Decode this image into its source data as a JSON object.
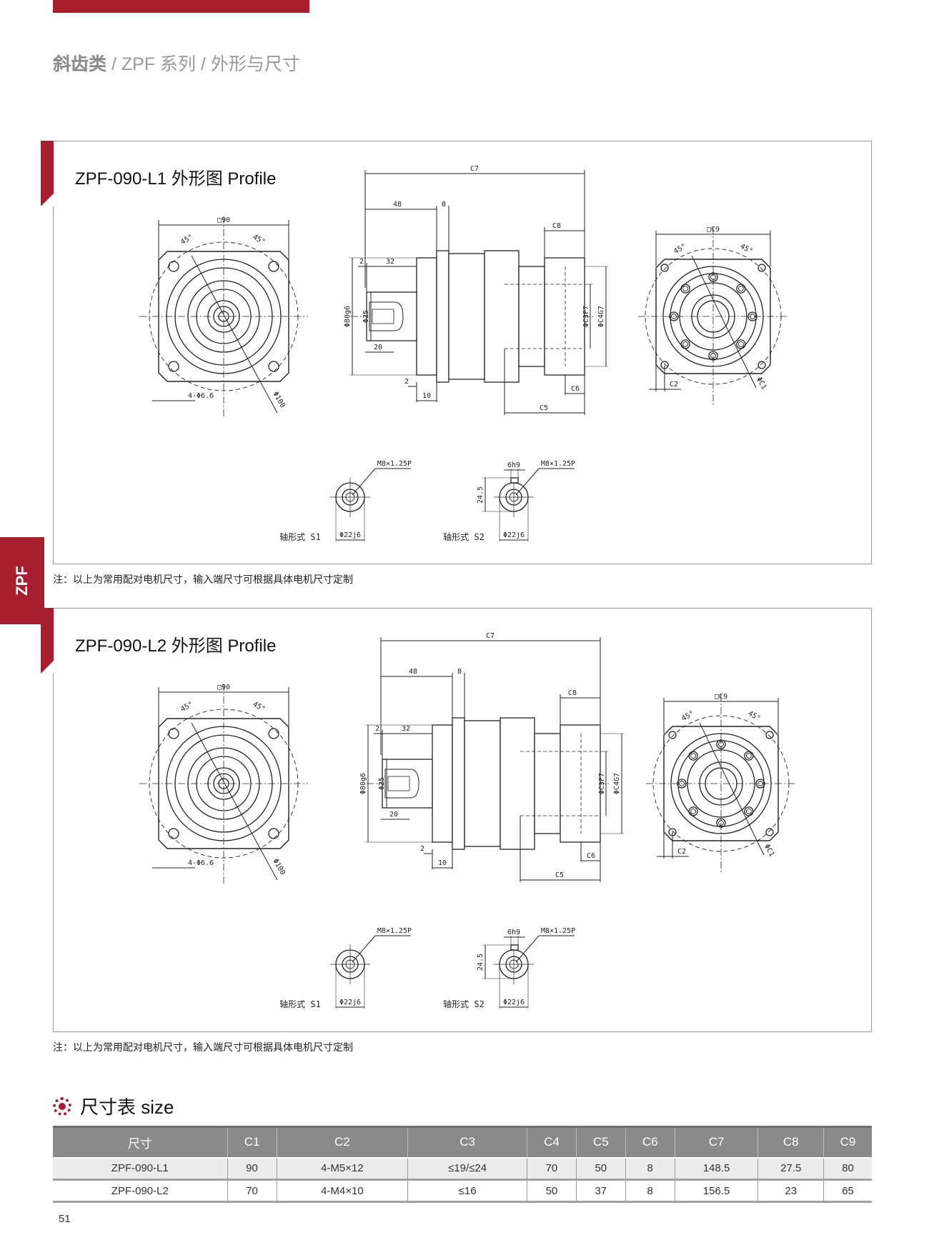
{
  "breadcrumb": {
    "category": "斜齿类",
    "sep": "/",
    "series": "ZPF 系列",
    "page": "外形与尺寸"
  },
  "side_tab": "ZPF",
  "panels": [
    {
      "title": "ZPF-090-L1 外形图 Profile",
      "note": "注：以上为常用配对电机尺寸，输入端尺寸可根据具体电机尺寸定制",
      "labels": {
        "sq90": "□90",
        "a45l": "45°",
        "a45r": "45°",
        "holes": "4-Φ6.6",
        "d100": "Φ100",
        "c7": "C7",
        "d48": "48",
        "d8": "8",
        "c8": "C8",
        "d2a": "2",
        "d32": "32",
        "d80": "Φ80g6",
        "d25": "Φ25",
        "d20": "20",
        "c3": "ΦC3F7",
        "c4": "ΦC4G7",
        "d2b": "2",
        "d10": "10",
        "c6": "C6",
        "c5": "C5",
        "c9": "□C9",
        "b45l": "45°",
        "b45r": "45°",
        "c2": "C2",
        "c1": "ΦC1",
        "m8a": "M8×1.25P",
        "s1": "轴形式  S1",
        "d22a": "Φ22j6",
        "key": "6h9",
        "m8b": "M8×1.25P",
        "h245": "24.5",
        "s2": "轴形式  S2",
        "d22b": "Φ22j6"
      }
    },
    {
      "title": "ZPF-090-L2 外形图 Profile",
      "note": "注：以上为常用配对电机尺寸，输入端尺寸可根据具体电机尺寸定制",
      "labels": {
        "sq90": "□90",
        "a45l": "45°",
        "a45r": "45°",
        "holes": "4-Φ6.6",
        "d100": "Φ100",
        "c7": "C7",
        "d48": "48",
        "d8": "8",
        "c8": "C8",
        "d2a": "2",
        "d32": "32",
        "d80": "Φ80g6",
        "d25": "Φ25",
        "d20": "20",
        "c3": "ΦC3F7",
        "c4": "ΦC4G7",
        "d2b": "2",
        "d10": "10",
        "c6": "C6",
        "c5": "C5",
        "c9": "□C9",
        "b45l": "45°",
        "b45r": "45°",
        "c2": "C2",
        "c1": "ΦC1",
        "m8a": "M8×1.25P",
        "s1": "轴形式  S1",
        "d22a": "Φ22j6",
        "key": "6h9",
        "m8b": "M8×1.25P",
        "h245": "24.5",
        "s2": "轴形式  S2",
        "d22b": "Φ22j6"
      }
    }
  ],
  "size_table": {
    "heading": "尺寸表 size",
    "headers": [
      "尺寸",
      "C1",
      "C2",
      "C3",
      "C4",
      "C5",
      "C6",
      "C7",
      "C8",
      "C9"
    ],
    "rows": [
      [
        "ZPF-090-L1",
        "90",
        "4-M5×12",
        "≤19/≤24",
        "70",
        "50",
        "8",
        "148.5",
        "27.5",
        "80"
      ],
      [
        "ZPF-090-L2",
        "70",
        "4-M4×10",
        "≤16",
        "50",
        "37",
        "8",
        "156.5",
        "23",
        "65"
      ]
    ]
  },
  "page_number": "51",
  "colors": {
    "accent": "#a71e2e",
    "table_header": "#8a8a8a"
  }
}
